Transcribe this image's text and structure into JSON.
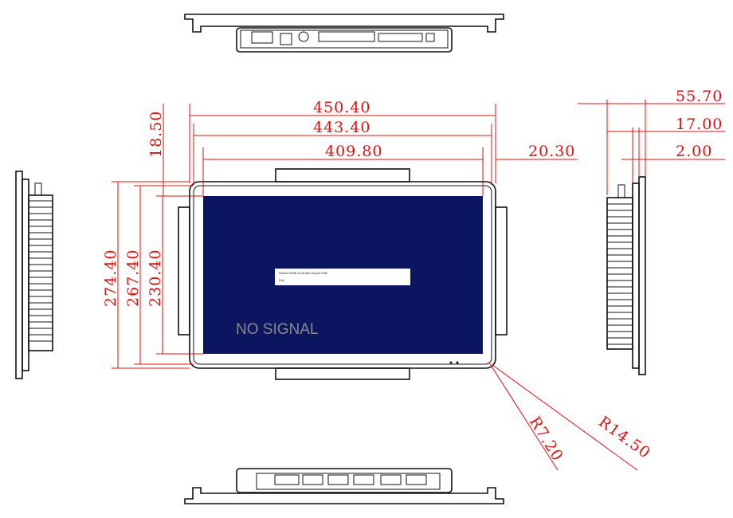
{
  "title": "Open-frame monitor dimension drawing",
  "screen": {
    "no_signal": "NO SIGNAL",
    "dialog_title": "Select HDMI-IN Audio Output Path",
    "dialog_option": "Exit",
    "screen_color": "#0c1660"
  },
  "dimensions": {
    "overall_width": "450.40",
    "bezel_width": "443.40",
    "display_width": "409.80",
    "side_offset": "20.30",
    "top_offset": "18.50",
    "overall_height": "274.40",
    "bezel_height": "267.40",
    "display_height": "230.40",
    "depth_total": "55.70",
    "depth_frame": "17.00",
    "depth_glass": "2.00",
    "inner_radius": "R7.20",
    "outer_radius": "R14.50"
  },
  "colors": {
    "dimension": "#e01010",
    "line": "#111111"
  }
}
